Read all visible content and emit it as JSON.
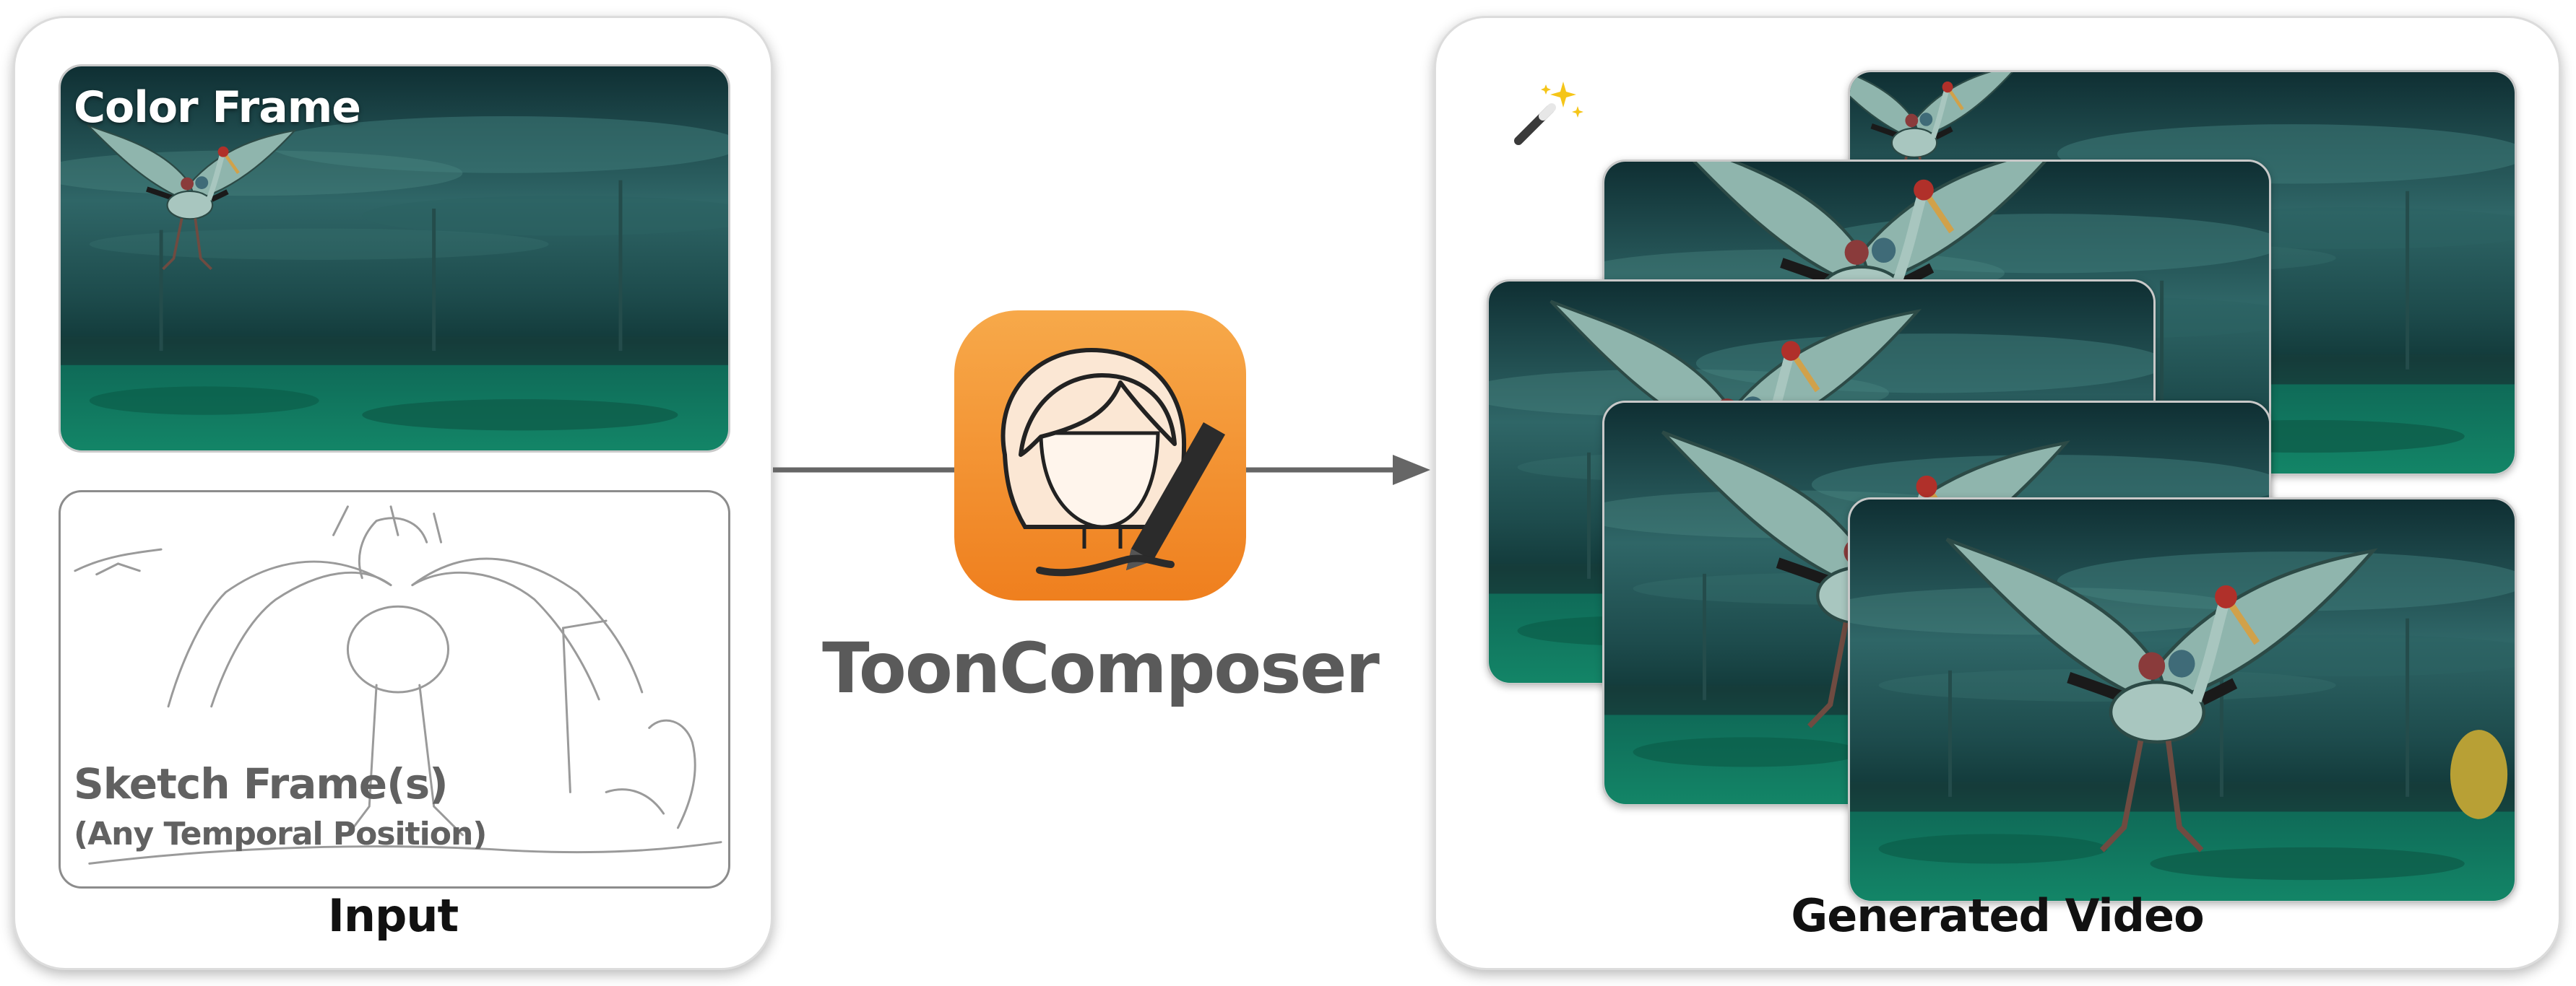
{
  "input_panel": {
    "color_frame_label": "Color Frame",
    "sketch_frame_label": "Sketch Frame(s)",
    "sketch_frame_sublabel": "(Any Temporal Position)",
    "caption": "Input"
  },
  "model": {
    "name": "ToonComposer",
    "icon": "artist-face-pen-icon",
    "icon_color_top": "#F7A94A",
    "icon_color_bottom": "#EF7F1E"
  },
  "output_panel": {
    "caption": "Generated Video",
    "icon": "magic-wand-icon"
  },
  "colors": {
    "sky_dark": "#0f2f33",
    "sky_mid": "#2f6667",
    "grass": "#138567",
    "arrow": "#666666",
    "caption_text": "#111111",
    "sketch_text": "#616161"
  }
}
